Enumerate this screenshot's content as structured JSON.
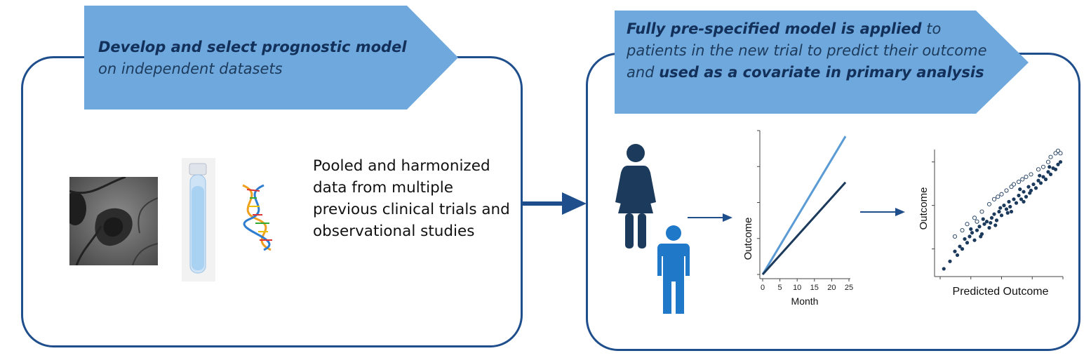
{
  "left_step": {
    "title_bold": "Develop and select prognostic model",
    "title_rest": "on independent datasets",
    "description": "Pooled and harmonized data from multiple previous clinical trials and observational studies",
    "icons": [
      "retina-scan-image",
      "blood-sample-tube-icon",
      "dna-helix-icon"
    ]
  },
  "right_step": {
    "text_bold_1": "Fully pre-specified model is applied",
    "text_plain_1": " to patients in the new trial to predict their outcome and ",
    "text_bold_2": "used as a covariate in primary analysis",
    "icons": [
      "woman-icon",
      "man-icon"
    ]
  },
  "colors": {
    "banner": "#6fa8dc",
    "panel_border": "#1f4e8c",
    "dark_navy": "#1c3a5c",
    "light_line": "#5b9bd5",
    "man": "#1f78c8"
  },
  "chart_data": [
    {
      "type": "line",
      "xlabel": "Month",
      "ylabel": "Outcome",
      "x_ticks": [
        0,
        5,
        10,
        15,
        20,
        25
      ],
      "xlim": [
        0,
        25
      ],
      "ylim": [
        0,
        1
      ],
      "series": [
        {
          "x": [
            0,
            24
          ],
          "y": [
            0,
            0.96
          ],
          "color": "#5b9bd5"
        },
        {
          "x": [
            0,
            24
          ],
          "y": [
            0,
            0.64
          ],
          "color": "#1c3a5c"
        }
      ]
    },
    {
      "type": "scatter",
      "xlabel": "Predicted Outcome",
      "ylabel": "Outcome",
      "xlim": [
        0,
        1
      ],
      "ylim": [
        0,
        1
      ],
      "series": [
        {
          "marker": "filled",
          "color": "#1c3a5c",
          "x": [
            0.03,
            0.08,
            0.12,
            0.14,
            0.16,
            0.18,
            0.2,
            0.22,
            0.24,
            0.26,
            0.28,
            0.3,
            0.32,
            0.34,
            0.36,
            0.38,
            0.4,
            0.42,
            0.44,
            0.46,
            0.48,
            0.5,
            0.52,
            0.54,
            0.56,
            0.58,
            0.6,
            0.62,
            0.64,
            0.66,
            0.68,
            0.7,
            0.72,
            0.74,
            0.76,
            0.78,
            0.8,
            0.82,
            0.84,
            0.86,
            0.88,
            0.9,
            0.92,
            0.94,
            0.96,
            0.98,
            0.25,
            0.33,
            0.41,
            0.49,
            0.57,
            0.65,
            0.73,
            0.81,
            0.89,
            0.45,
            0.55,
            0.35,
            0.68
          ],
          "y": [
            0.04,
            0.1,
            0.18,
            0.15,
            0.22,
            0.2,
            0.28,
            0.25,
            0.3,
            0.33,
            0.27,
            0.35,
            0.38,
            0.32,
            0.4,
            0.42,
            0.37,
            0.45,
            0.48,
            0.43,
            0.5,
            0.47,
            0.55,
            0.52,
            0.58,
            0.5,
            0.6,
            0.57,
            0.63,
            0.6,
            0.66,
            0.62,
            0.7,
            0.67,
            0.72,
            0.69,
            0.75,
            0.73,
            0.78,
            0.76,
            0.82,
            0.8,
            0.85,
            0.84,
            0.88,
            0.9,
            0.36,
            0.3,
            0.41,
            0.53,
            0.54,
            0.68,
            0.65,
            0.79,
            0.86,
            0.39,
            0.49,
            0.44,
            0.58
          ]
        },
        {
          "marker": "open",
          "color": "#1c3a5c",
          "x": [
            0.12,
            0.18,
            0.22,
            0.28,
            0.34,
            0.4,
            0.44,
            0.5,
            0.54,
            0.6,
            0.64,
            0.7,
            0.74,
            0.8,
            0.84,
            0.88,
            0.9,
            0.94,
            0.96,
            0.98,
            0.3,
            0.47,
            0.58,
            0.67
          ],
          "y": [
            0.3,
            0.35,
            0.4,
            0.45,
            0.5,
            0.56,
            0.6,
            0.64,
            0.67,
            0.72,
            0.74,
            0.78,
            0.8,
            0.84,
            0.86,
            0.9,
            0.94,
            0.97,
            0.99,
            0.97,
            0.42,
            0.62,
            0.7,
            0.76
          ]
        }
      ]
    }
  ]
}
